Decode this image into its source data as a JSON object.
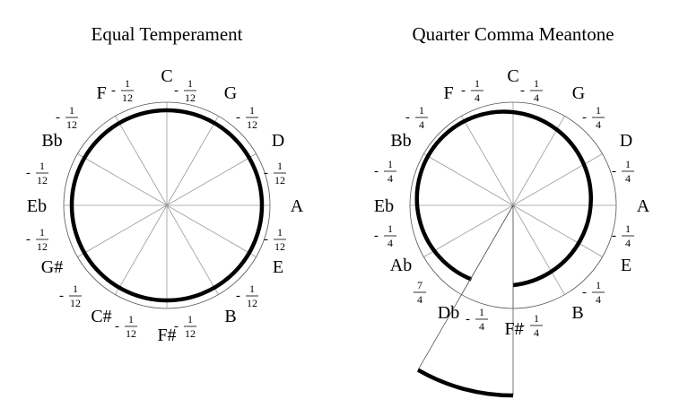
{
  "panels": [
    {
      "id": "equal",
      "title": "Equal Temperament",
      "notes": [
        {
          "name": "C",
          "deviation": {
            "sign": "-",
            "num": "1",
            "den": "12"
          }
        },
        {
          "name": "G",
          "deviation": {
            "sign": "-",
            "num": "1",
            "den": "12"
          }
        },
        {
          "name": "D",
          "deviation": {
            "sign": "-",
            "num": "1",
            "den": "12"
          }
        },
        {
          "name": "A",
          "deviation": {
            "sign": "-",
            "num": "1",
            "den": "12"
          }
        },
        {
          "name": "E",
          "deviation": {
            "sign": "-",
            "num": "1",
            "den": "12"
          }
        },
        {
          "name": "B",
          "deviation": {
            "sign": "-",
            "num": "1",
            "den": "12"
          }
        },
        {
          "name": "F#",
          "deviation": {
            "sign": "-",
            "num": "1",
            "den": "12"
          }
        },
        {
          "name": "C#",
          "deviation": {
            "sign": "-",
            "num": "1",
            "den": "12"
          }
        },
        {
          "name": "G#",
          "deviation": {
            "sign": "-",
            "num": "1",
            "den": "12"
          }
        },
        {
          "name": "Eb",
          "deviation": {
            "sign": "-",
            "num": "1",
            "den": "12"
          }
        },
        {
          "name": "Bb",
          "deviation": {
            "sign": "-",
            "num": "1",
            "den": "12"
          }
        },
        {
          "name": "F",
          "deviation": {
            "sign": "-",
            "num": "1",
            "den": "12"
          }
        }
      ]
    },
    {
      "id": "meantone",
      "title": "Quarter Comma Meantone",
      "notes": [
        {
          "name": "C",
          "deviation": {
            "sign": "-",
            "num": "1",
            "den": "4"
          }
        },
        {
          "name": "G",
          "deviation": {
            "sign": "-",
            "num": "1",
            "den": "4"
          }
        },
        {
          "name": "D",
          "deviation": {
            "sign": "-",
            "num": "1",
            "den": "4"
          }
        },
        {
          "name": "A",
          "deviation": {
            "sign": "-",
            "num": "1",
            "den": "4"
          }
        },
        {
          "name": "E",
          "deviation": {
            "sign": "-",
            "num": "1",
            "den": "4"
          }
        },
        {
          "name": "B",
          "deviation": {
            "sign": "-",
            "num": "1",
            "den": "4"
          }
        },
        {
          "name": "F#",
          "deviation": {
            "sign": "-",
            "num": "1",
            "den": "4"
          }
        },
        {
          "name": "Db",
          "deviation": {
            "sign": "",
            "num": "7",
            "den": "4"
          }
        },
        {
          "name": "Ab",
          "deviation": {
            "sign": "-",
            "num": "1",
            "den": "4"
          }
        },
        {
          "name": "Eb",
          "deviation": {
            "sign": "-",
            "num": "1",
            "den": "4"
          }
        },
        {
          "name": "Bb",
          "deviation": {
            "sign": "-",
            "num": "1",
            "den": "4"
          }
        },
        {
          "name": "F",
          "deviation": {
            "sign": "-",
            "num": "1",
            "den": "4"
          }
        }
      ]
    }
  ]
}
